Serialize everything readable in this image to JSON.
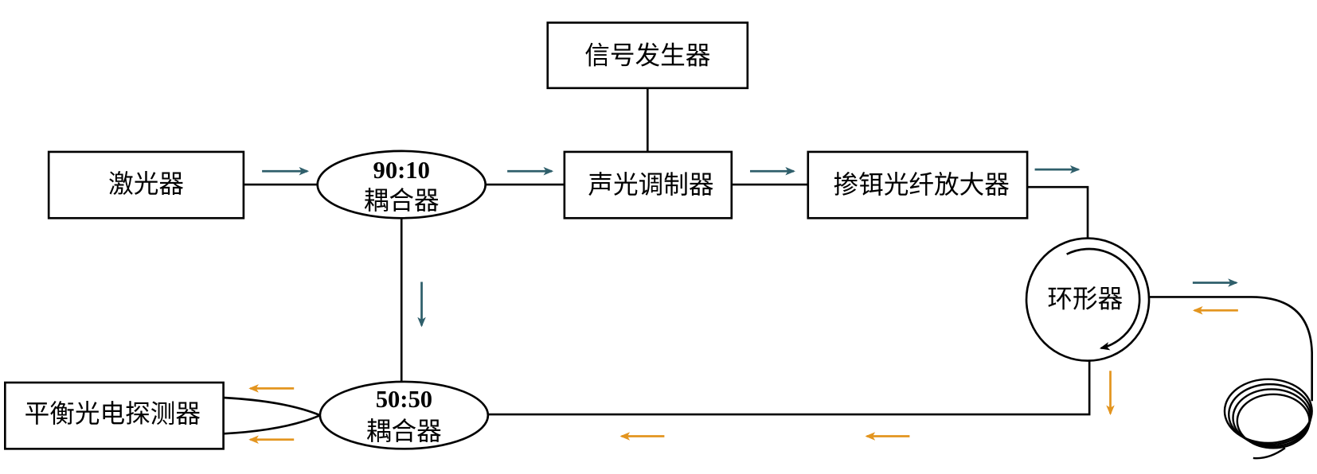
{
  "blocks": {
    "signal_generator": "信号发生器",
    "laser": "激光器",
    "coupler_top": {
      "ratio": "90:10",
      "label": "耦合器"
    },
    "aom": "声光调制器",
    "edfa": "掺铒光纤放大器",
    "circulator": "环形器",
    "coupler_bottom": {
      "ratio": "50:50",
      "label": "耦合器"
    },
    "detector": "平衡光电探测器"
  },
  "colors": {
    "forward_arrow": "#2f5f6b",
    "return_arrow": "#e3951f",
    "line": "#000000"
  }
}
